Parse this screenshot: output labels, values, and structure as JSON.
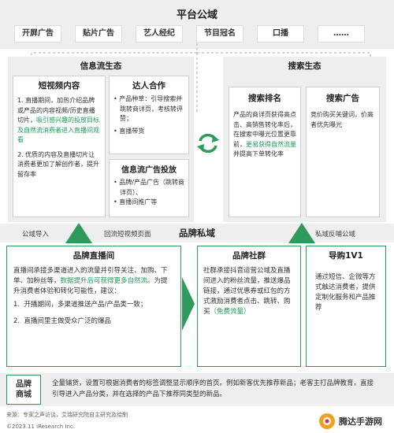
{
  "top": {
    "title": "平台公域",
    "tabs": [
      "开屏广告",
      "贴片广告",
      "艺人经纪",
      "节目冠名",
      "口播",
      "……"
    ]
  },
  "info_flow": {
    "title": "信息流生态",
    "short_video": {
      "title": "短视频内容",
      "p1a": "1. 直播期间，加热介绍品牌或产品的内容视频/历史直播切片，",
      "p1b": "吸引感兴趣的投放目标及自然流消费者进入直播间观看",
      "p2": "2. 优质的内容及直播切片让消费者更加了解创作者，提升留存率"
    },
    "talent": {
      "title": "达人合作",
      "items": [
        "产品种草：引导搜索并跳转商详页，考核转评赞；",
        "直播带货"
      ]
    },
    "ad": {
      "title": "信息流广告投放",
      "items": [
        "品牌/产品广告（跳转商详页）、",
        "直播间推广等"
      ]
    }
  },
  "search": {
    "title": "搜索生态",
    "rank": {
      "title": "搜索排名",
      "text_a": "产品的商详页获得高点击、高销售转化率后，在搜索中曝光位置更靠前，",
      "text_b": "更易获得自然流量",
      "text_c": "并提高下单转化率"
    },
    "ad": {
      "title": "搜索广告",
      "text": "竞价购买关键词，价高者优先曝光"
    }
  },
  "mid": {
    "title": "品牌私域",
    "left_labels": [
      "公域导入",
      "回流短视频页面"
    ],
    "right_label": "私域反哺公域"
  },
  "live_room": {
    "title": "品牌直播间",
    "text_a": "直播间承接多渠道进入的流量并引导关注、加购、下单、加粉丝等，",
    "text_b": "数据提升后可获得更多自然流。",
    "text_c": "为提升消费者体验和转化可能性，建议：",
    "items": [
      "开播期间，多渠道推送产品/产品类一致；",
      "直播间里主做受众广泛的爆品"
    ]
  },
  "community": {
    "title": "品牌社群",
    "text_a": "社群承接抖音运营公域及直播间进入的粉丝流量，推送爆品链接，通过优惠券或红包的方式激励消费者点击、跳转、购买",
    "text_b": "（免费流量）"
  },
  "guide": {
    "title": "导购1V1",
    "text": "通过短信、企微等方式触达消费者，提供定制化服务和产品推荐"
  },
  "store": {
    "label": "品牌商城",
    "text": "全量铺货，设置可根据消费者的标签调整显示顺序的首页。例如新客优先推荐新品；老客主打品牌教育，直接引导进入产品分类，并在选择的产品下推荐同类型的新品。"
  },
  "footer": {
    "source": "来源：专家之声访谈，艾瑞研究院自主研究及绘制",
    "copyright": "©2023.11 iResearch Inc.",
    "watermark": "腾达手游网"
  },
  "colors": {
    "green": "#2e9a5c",
    "band": "#eeeeee"
  }
}
